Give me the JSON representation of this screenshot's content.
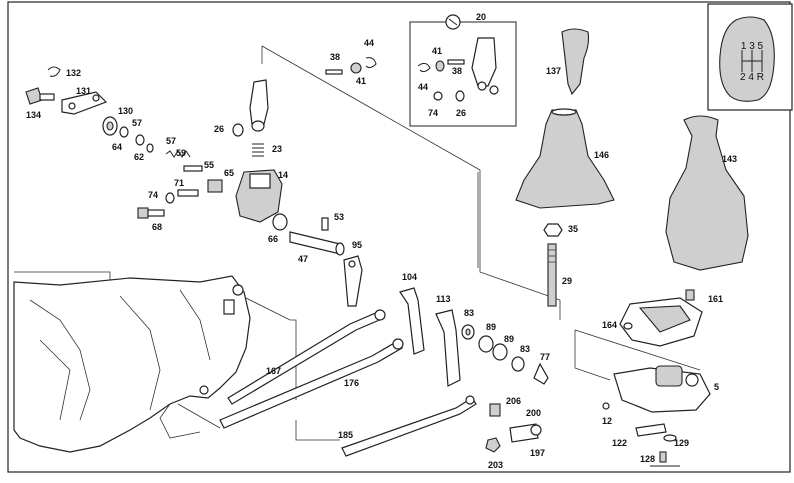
{
  "diagram": {
    "shift_pattern": {
      "top": "1 3 5",
      "bottom": "2 4 R"
    },
    "labels": [
      "132",
      "131",
      "134",
      "130",
      "57",
      "64",
      "62",
      "57",
      "59",
      "55",
      "71",
      "65",
      "74",
      "68",
      "38",
      "44",
      "41",
      "26",
      "23",
      "14",
      "20",
      "41",
      "38",
      "44",
      "74",
      "26",
      "137",
      "146",
      "143",
      "53",
      "66",
      "47",
      "95",
      "35",
      "29",
      "161",
      "104",
      "113",
      "83",
      "89",
      "89",
      "83",
      "77",
      "164",
      "167",
      "176",
      "185",
      "206",
      "200",
      "197",
      "203",
      "5",
      "12",
      "122",
      "129",
      "128"
    ]
  }
}
